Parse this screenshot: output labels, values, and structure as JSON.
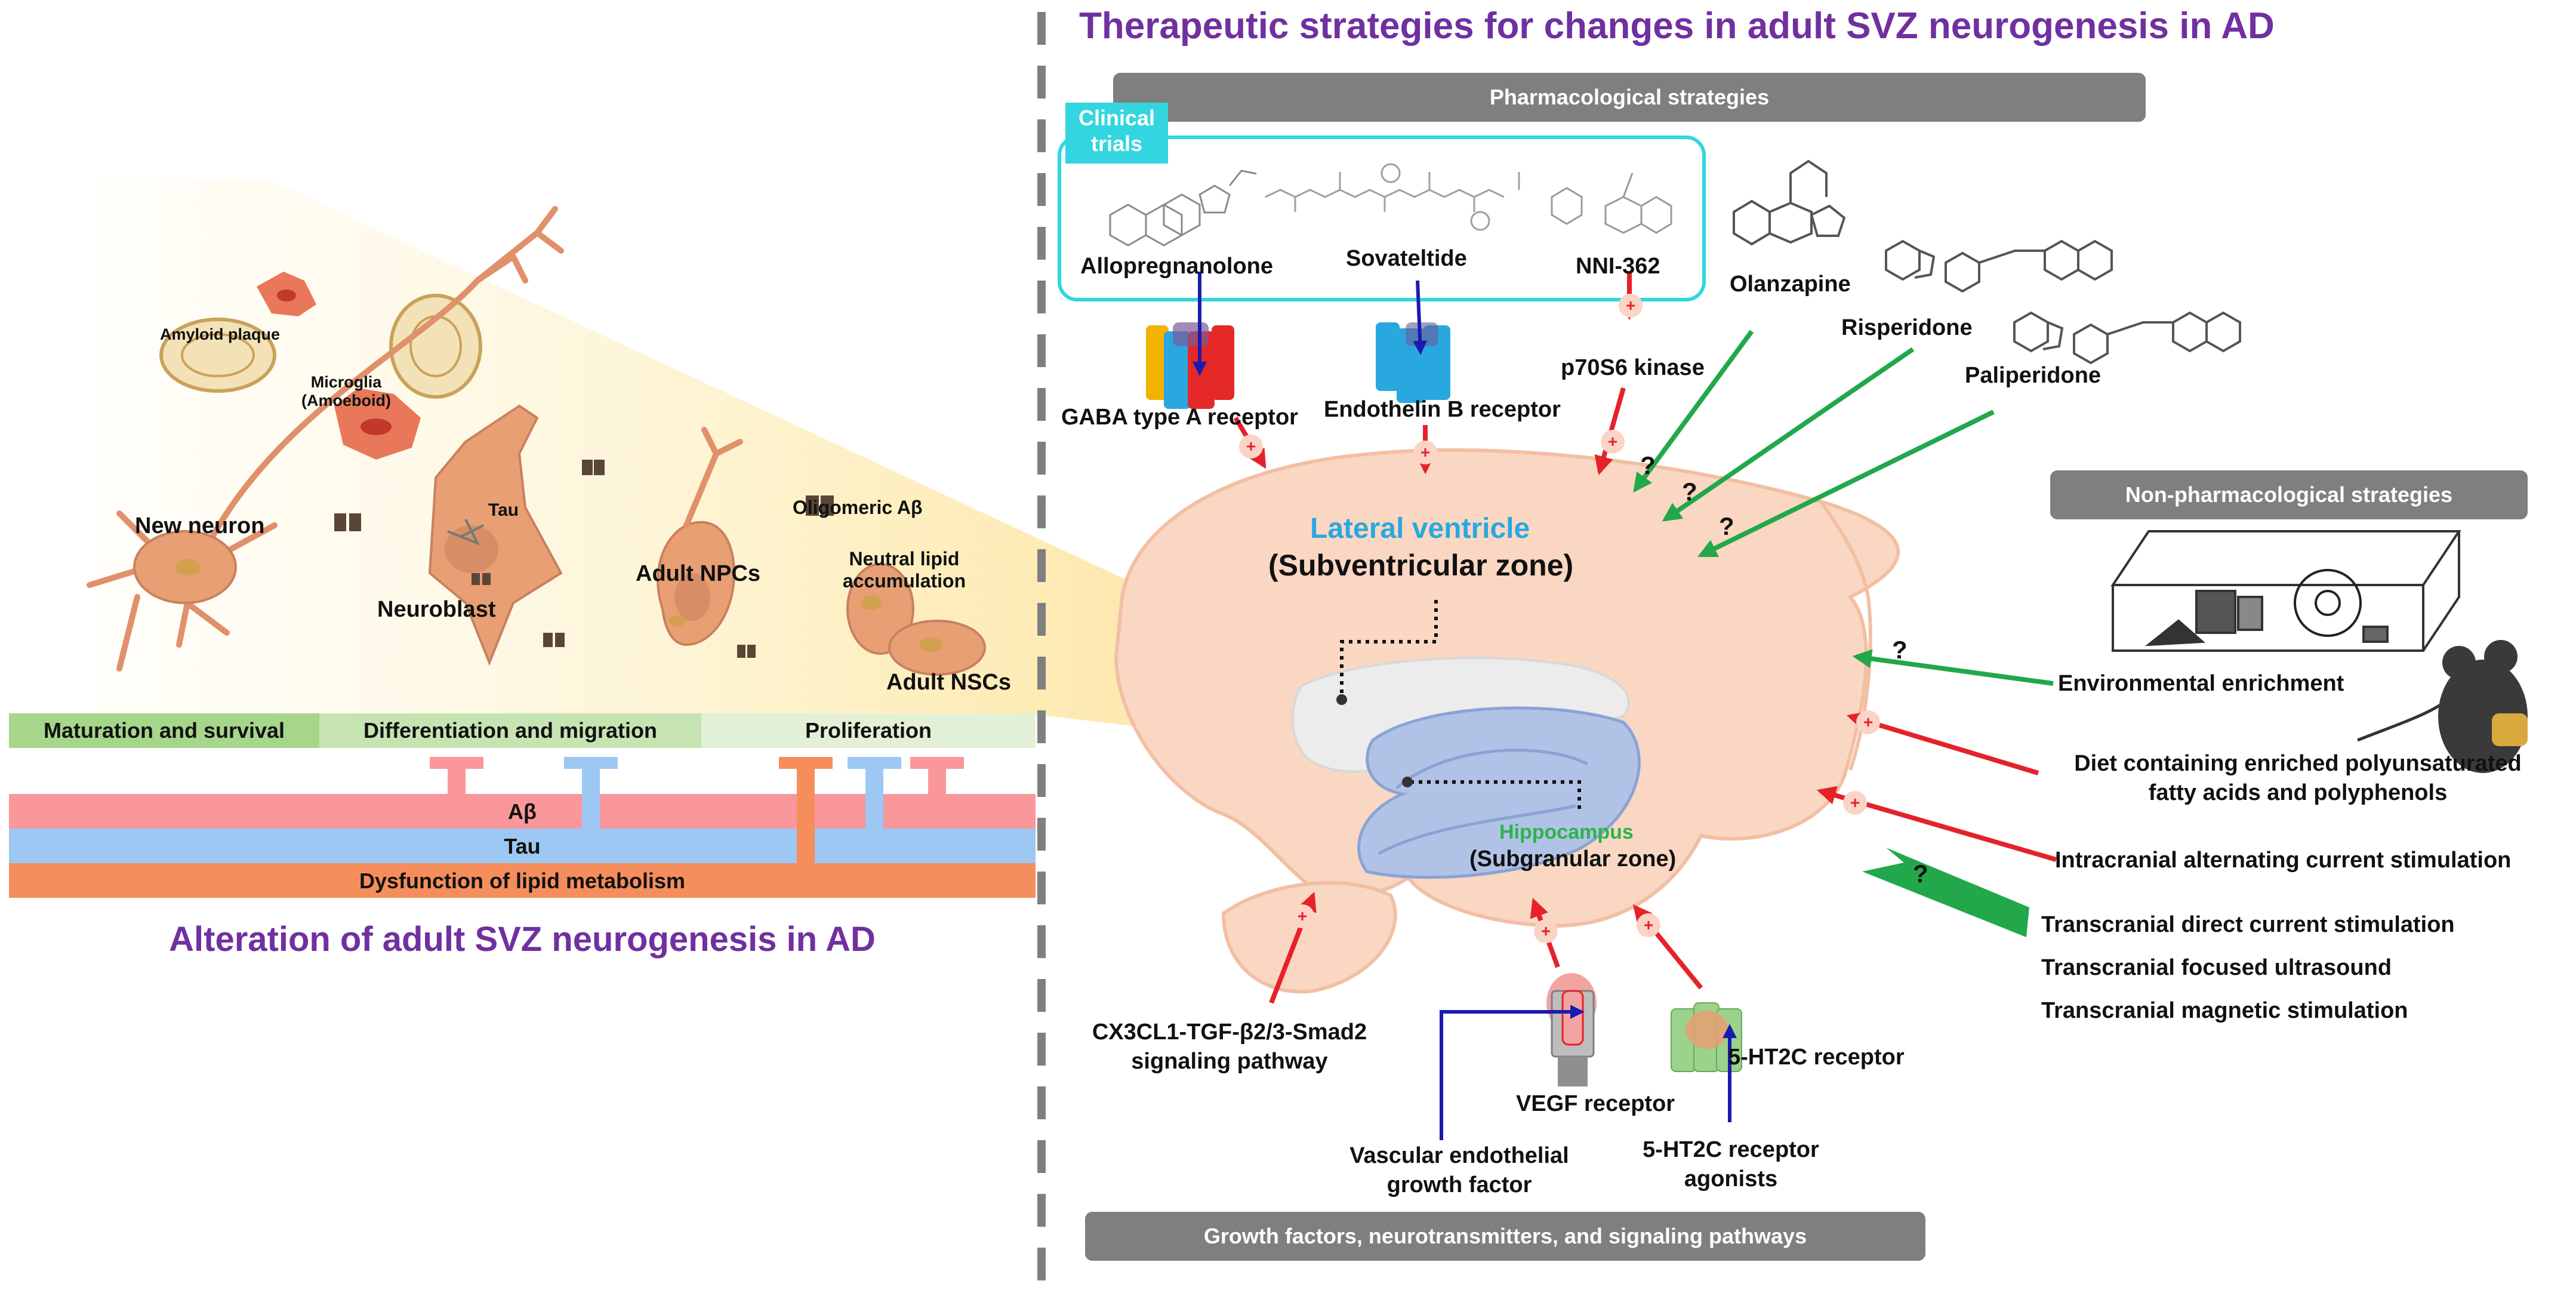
{
  "left_panel": {
    "title": "Alteration of adult SVZ neurogenesis in AD",
    "cells": {
      "amyloid_plaque": "Amyloid plaque",
      "microglia": "Microglia\n(Amoeboid)",
      "tau": "Tau",
      "new_neuron": "New neuron",
      "neuroblast": "Neuroblast",
      "adult_npcs": "Adult NPCs",
      "oligomeric_ab": "Oligomeric Aβ",
      "neutral_lipid": "Neutral lipid\naccumulation",
      "adult_nscs": "Adult NSCs"
    },
    "stages": [
      "Maturation and survival",
      "Differentiation and migration",
      "Proliferation"
    ],
    "pathology_bars": [
      "Aβ",
      "Tau",
      "Dysfunction of lipid metabolism"
    ]
  },
  "right_panel": {
    "title": "Therapeutic strategies for changes in adult SVZ neurogenesis in AD",
    "pharmacological_header": "Pharmacological strategies",
    "clinical_trials_label": "Clinical\ntrials",
    "drugs": {
      "allopregnanolone": "Allopregnanolone",
      "sovateltide": "Sovateltide",
      "nni362": "NNI-362",
      "olanzapine": "Olanzapine",
      "risperidone": "Risperidone",
      "paliperidone": "Paliperidone"
    },
    "receptors": {
      "gaba": "GABA type A receptor",
      "endothelin": "Endothelin B receptor",
      "p70s6": "p70S6 kinase",
      "vegf": "VEGF receptor",
      "ht2c": "5-HT2C receptor"
    },
    "brain_labels": {
      "lateral_ventricle": "Lateral ventricle",
      "svz": "(Subventricular zone)",
      "hippocampus": "Hippocampus",
      "sgz": "(Subgranular zone)"
    },
    "non_pharmacological_header": "Non-pharmacological strategies",
    "non_pharm_items": [
      "Environmental enrichment",
      "Diet containing enriched polyunsaturated\nfatty acids and polyphenols",
      "Intracranial alternating current stimulation",
      "Transcranial direct current stimulation",
      "Transcranial focused ultrasound",
      "Transcranial magnetic stimulation"
    ],
    "bottom_items": {
      "cx3cl1": "CX3CL1-TGF-β2/3-Smad2\nsignaling pathway",
      "vegf_factor": "Vascular endothelial\ngrowth factor",
      "ht2c_agonists": "5-HT2C receptor\nagonists"
    },
    "growth_header": "Growth factors, neurotransmitters, and signaling pathways",
    "question_mark": "?"
  },
  "colors": {
    "title_purple": "#7030a0",
    "ventricle_blue": "#29a8e0",
    "hippocampus_green": "#2db34a",
    "arrow_red": "#e5222a",
    "arrow_green": "#22a84a",
    "arrow_blue": "#1a1ab0",
    "header_gray": "#7f7f7f",
    "clinical_cyan": "#33d6e0",
    "brain_peach": "#fad7c2"
  }
}
